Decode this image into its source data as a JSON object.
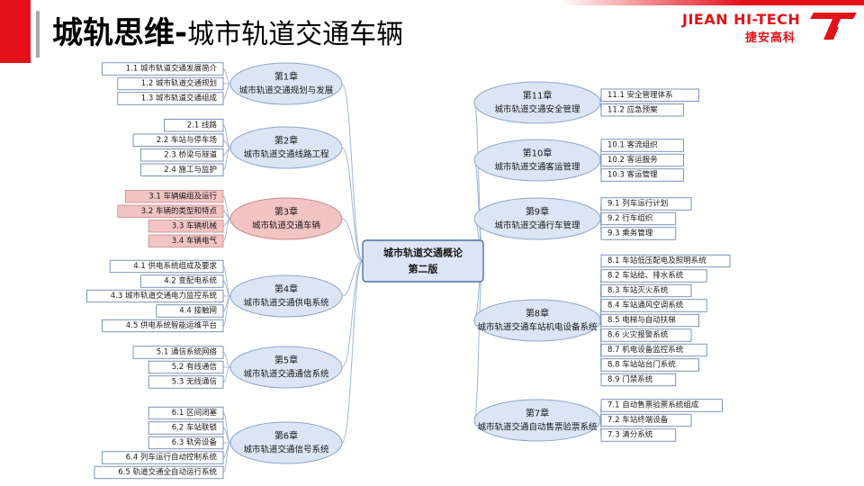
{
  "header": {
    "title_bold": "城轨思维",
    "title_dash": "-",
    "title_sub": "城市轨道交通车辆",
    "brand_en": "JIEAN HI-TECH",
    "brand_cn": "捷安高科"
  },
  "colors": {
    "accent_red": "#e3121a",
    "node_fill": "#dbe5f4",
    "node_stroke": "#8ea6cc",
    "leaf_stroke": "#5a79ad",
    "highlight_fill": "#f2c4c4",
    "highlight_stroke": "#c98a8a",
    "line": "#9fb6d8"
  },
  "center": {
    "line1": "城市轨道交通概论",
    "line2": "第二版"
  },
  "left_chapters": [
    {
      "num": "第1章",
      "title": "城市轨道交通规划与发展",
      "highlight": false,
      "items": [
        "1.1 城市轨道交通发展简介",
        "1.2 城市轨道交通规划",
        "1.3 城市轨道交通组成"
      ]
    },
    {
      "num": "第2章",
      "title": "城市轨道交通线路工程",
      "highlight": false,
      "items": [
        "2.1 线路",
        "2.2 车站与停车场",
        "2.3 桥梁与隧道",
        "2.4 施工与监护"
      ]
    },
    {
      "num": "第3章",
      "title": "城市轨道交通车辆",
      "highlight": true,
      "items": [
        "3.1 车辆编组及运行",
        "3.2 车辆的类型和特点",
        "3.3 车辆机械",
        "3.4 车辆电气"
      ]
    },
    {
      "num": "第4章",
      "title": "城市轨道交通供电系统",
      "highlight": false,
      "items": [
        "4.1 供电系统组成及要求",
        "4.2 变配电系统",
        "4.3 城市轨道交通电力监控系统",
        "4.4 接触网",
        "4.5 供电系统智能运维平台"
      ]
    },
    {
      "num": "第5章",
      "title": "城市轨道交通通信系统",
      "highlight": false,
      "items": [
        "5.1 通信系统网络",
        "5.2 有线通信",
        "5.3 无线通信"
      ]
    },
    {
      "num": "第6章",
      "title": "城市轨道交通信号系统",
      "highlight": false,
      "items": [
        "6.1 区间闭塞",
        "6.2 车站联锁",
        "6.3 轨旁设备",
        "6.4 列车运行自动控制系统",
        "6.5 轨道交通全自动运行系统"
      ]
    }
  ],
  "right_chapters": [
    {
      "num": "第11章",
      "title": "城市轨道交通安全管理",
      "highlight": false,
      "items": [
        "11.1 安全管理体系",
        "11.2 应急预案"
      ]
    },
    {
      "num": "第10章",
      "title": "城市轨道交通客运管理",
      "highlight": false,
      "items": [
        "10.1 客流组织",
        "10.2 客运服务",
        "10.3 客运管理"
      ]
    },
    {
      "num": "第9章",
      "title": "城市轨道交通行车管理",
      "highlight": false,
      "items": [
        "9.1 列车运行计划",
        "9.2 行车组织",
        "9.3 乘务管理"
      ]
    },
    {
      "num": "第8章",
      "title": "城市轨道交通车站机电设备系统",
      "highlight": false,
      "items": [
        "8.1 车站低压配电及照明系统",
        "8.2 车站给、排水系统",
        "8.3 车站灭火系统",
        "8.4 车站通风空调系统",
        "8.5 电梯与自动扶梯",
        "8.6 火灾报警系统",
        "8.7 机电设备监控系统",
        "8.8 车站站台门系统",
        "8.9 门禁系统"
      ]
    },
    {
      "num": "第7章",
      "title": "城市轨道交通自动售票验票系统",
      "highlight": false,
      "items": [
        "7.1 自动售票验票系统组成",
        "7.2 车站终端设备",
        "7.3 清分系统"
      ]
    }
  ]
}
